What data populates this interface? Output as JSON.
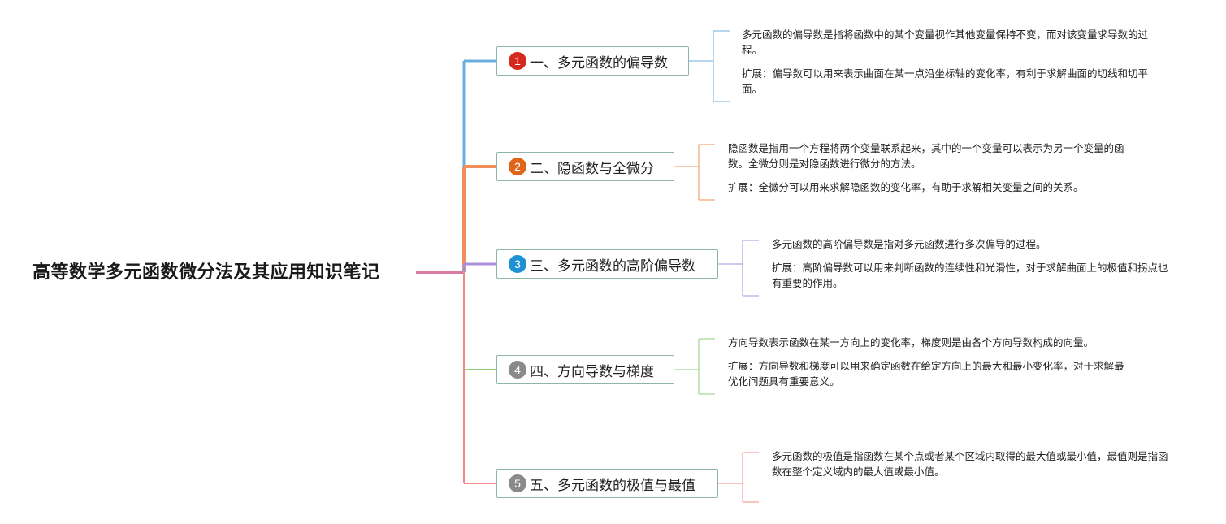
{
  "root": {
    "title": "高等数学多元函数微分法及其应用知识笔记"
  },
  "colors": {
    "root_line": "#d97aa3",
    "branch": [
      "#6aaedc",
      "#f08f5a",
      "#a88fd8",
      "#8fd07e",
      "#f08a8a"
    ],
    "badge": [
      "#d42a1e",
      "#e0651a",
      "#1e90d4",
      "#8a8a8a",
      "#8a8a8a"
    ]
  },
  "branches": [
    {
      "number": "1",
      "label": "一、多元函数的偏导数",
      "definition": "多元函数的偏导数是指将函数中的某个变量视作其他变量保持不变，而对该变量求导数的过程。",
      "extension": "扩展：偏导数可以用来表示曲面在某一点沿坐标轴的变化率，有利于求解曲面的切线和切平面。"
    },
    {
      "number": "2",
      "label": "二、隐函数与全微分",
      "definition": "隐函数是指用一个方程将两个变量联系起来，其中的一个变量可以表示为另一个变量的函数。全微分则是对隐函数进行微分的方法。",
      "extension": "扩展：全微分可以用来求解隐函数的变化率，有助于求解相关变量之间的关系。"
    },
    {
      "number": "3",
      "label": "三、多元函数的高阶偏导数",
      "definition": "多元函数的高阶偏导数是指对多元函数进行多次偏导的过程。",
      "extension": "扩展：高阶偏导数可以用来判断函数的连续性和光滑性，对于求解曲面上的极值和拐点也有重要的作用。"
    },
    {
      "number": "4",
      "label": "四、方向导数与梯度",
      "definition": "方向导数表示函数在某一方向上的变化率，梯度则是由各个方向导数构成的向量。",
      "extension": "扩展：方向导数和梯度可以用来确定函数在给定方向上的最大和最小变化率，对于求解最优化问题具有重要意义。"
    },
    {
      "number": "5",
      "label": "五、多元函数的极值与最值",
      "definition": "多元函数的极值是指函数在某个点或者某个区域内取得的最大值或最小值，最值则是指函数在整个定义域内的最大值或最小值。",
      "extension": ""
    }
  ]
}
